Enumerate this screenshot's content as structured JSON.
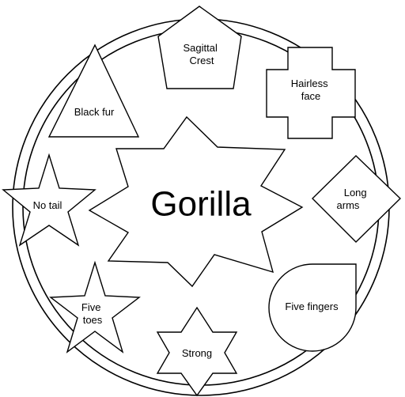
{
  "center": {
    "label": "Gorilla"
  },
  "traits": [
    {
      "id": "sagittal-crest",
      "shape": "pentagon",
      "lines": [
        "Sagittal",
        "Crest"
      ]
    },
    {
      "id": "hairless-face",
      "shape": "cross",
      "lines": [
        "Hairless",
        "face"
      ]
    },
    {
      "id": "long-arms",
      "shape": "diamond",
      "lines": [
        "Long",
        "arms"
      ]
    },
    {
      "id": "five-fingers",
      "shape": "teardrop",
      "lines": [
        "Five fingers"
      ]
    },
    {
      "id": "strong",
      "shape": "six-point-star",
      "lines": [
        "Strong"
      ]
    },
    {
      "id": "five-toes",
      "shape": "five-point-star",
      "lines": [
        "Five",
        "toes"
      ]
    },
    {
      "id": "no-tail",
      "shape": "five-point-star",
      "lines": [
        "No tail"
      ]
    },
    {
      "id": "black-fur",
      "shape": "triangle",
      "lines": [
        "Black fur"
      ]
    }
  ]
}
